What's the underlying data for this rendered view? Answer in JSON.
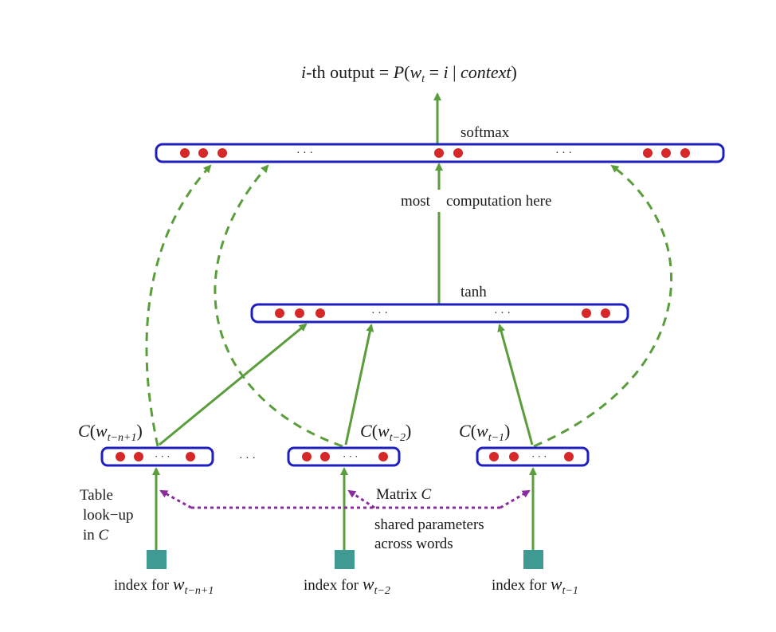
{
  "diagram": {
    "output_label": {
      "i": "i",
      "th_output": "-th output = ",
      "P": "P",
      "paren_open": "(",
      "w": "w",
      "w_sub": "t",
      "eq": " = ",
      "i2": "i",
      "bar": " | ",
      "context": "context",
      "paren_close": ")"
    },
    "softmax_label": "softmax",
    "most_label": "most",
    "computation_label": "computation here",
    "tanh_label": "tanh",
    "ellipsis": "· · ·",
    "between_ellipsis": "· · ·",
    "embeddings": [
      {
        "C": "C",
        "open": "(",
        "w": "w",
        "sub": "t−n+1",
        "close": ")"
      },
      {
        "C": "C",
        "open": "(",
        "w": "w",
        "sub": "t−2",
        "close": ")"
      },
      {
        "C": "C",
        "open": "(",
        "w": "w",
        "sub": "t−1",
        "close": ")"
      }
    ],
    "indexes": [
      {
        "prefix": "index for ",
        "w": "w",
        "sub": "t−n+1"
      },
      {
        "prefix": "index for ",
        "w": "w",
        "sub": "t−2"
      },
      {
        "prefix": "index for ",
        "w": "w",
        "sub": "t−1"
      }
    ],
    "table_lookup": {
      "line1": "Table",
      "line2": "look−up",
      "line3_prefix": "in ",
      "line3_C": "C"
    },
    "matrix_label": {
      "prefix": "Matrix ",
      "C": "C"
    },
    "shared_label": {
      "line1": "shared parameters",
      "line2": "across words"
    },
    "colors": {
      "box_stroke": "#1f1fbf",
      "neuron": "#d62828",
      "arrow": "#5a9e3c",
      "dashed": "#5a9e3c",
      "shared": "#8a2b9e",
      "index_square": "#3e9a93"
    }
  }
}
